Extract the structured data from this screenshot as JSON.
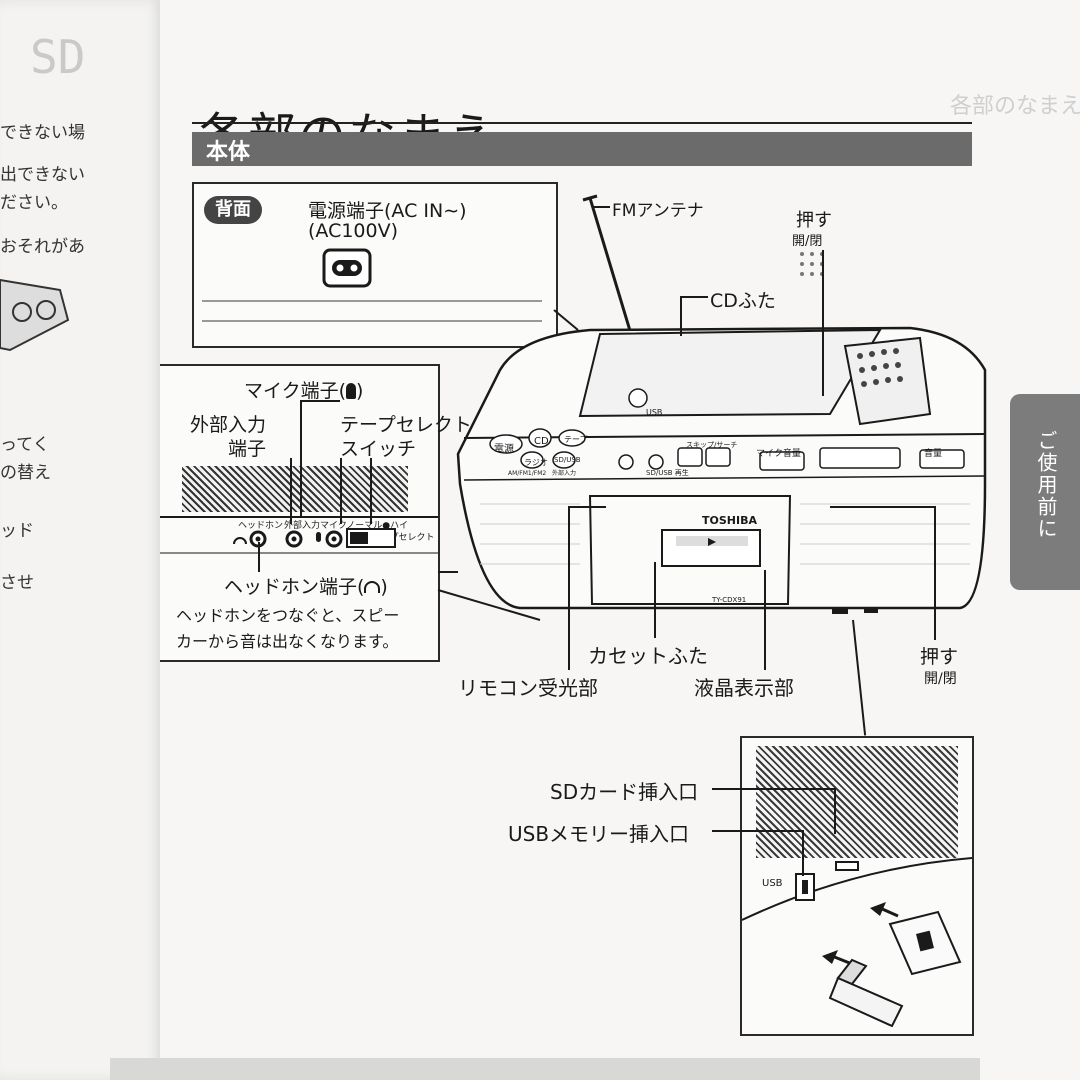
{
  "page": {
    "title": "各部のなまえ",
    "section": "本体",
    "side_tab": "ご使用前に"
  },
  "left_page": {
    "lines": [
      "できない場",
      "出できない",
      "ださい。",
      "おそれがあ",
      "ってく",
      "の替え",
      "ッド",
      "させ"
    ]
  },
  "back_panel": {
    "badge": "背面",
    "power_label_1": "電源端子(AC IN∼)",
    "power_label_2": "(AC100V)"
  },
  "inset_jacks": {
    "mic_terminal": "マイク端子(",
    "mic_terminal_end": ")",
    "external_input_1": "外部入力",
    "external_input_2": "端子",
    "tape_select_1": "テープセレクト",
    "tape_select_2": "スイッチ",
    "small_headphone": "ヘッドホン",
    "small_external": "外部入力",
    "small_mic": "マイクノーマル●ハイ",
    "small_tape": "テープセレクト",
    "headphone_terminal": "ヘッドホン端子(",
    "headphone_terminal_end": ")",
    "note_1": "ヘッドホンをつなぐと、スピー",
    "note_2": "カーから音は出なくなります。"
  },
  "device": {
    "fm_antenna": "FMアンテナ",
    "cd_lid": "CDふた",
    "push_top": "押す",
    "open_close_top": "開/閉",
    "remote_receiver": "リモコン受光部",
    "cassette_lid": "カセットふた",
    "lcd_display": "液晶表示部",
    "push_right": "押す",
    "open_close_right": "開/閉",
    "brand": "TOSHIBA",
    "model": "TY-CDX91",
    "usb": "USB",
    "buttons": {
      "power": "電源",
      "cd": "CD",
      "tape": "テープ",
      "radio": "ラジオ",
      "sd_usb": "SD/USB",
      "am_fm": "AM/FM1/FM2",
      "external": "外部入力",
      "mic_volume": "マイク音量",
      "volume": "音量",
      "skip_search": "スキップ/サーチ",
      "sd_usb_rec": "SD/USB 再生"
    }
  },
  "sd_inset": {
    "sd_slot": "SDカード挿入口",
    "usb_slot": "USBメモリー挿入口",
    "usb_small": "USB"
  },
  "colors": {
    "section_bar": "#6b6b6b",
    "side_tab": "#7c7c7c",
    "line": "#1a1a1a",
    "paper": "#f7f6f4"
  },
  "icons": [
    "power-plug-icon",
    "mic-icon",
    "headphone-icon",
    "sd-card-icon",
    "usb-stick-icon",
    "arrow-icon"
  ]
}
